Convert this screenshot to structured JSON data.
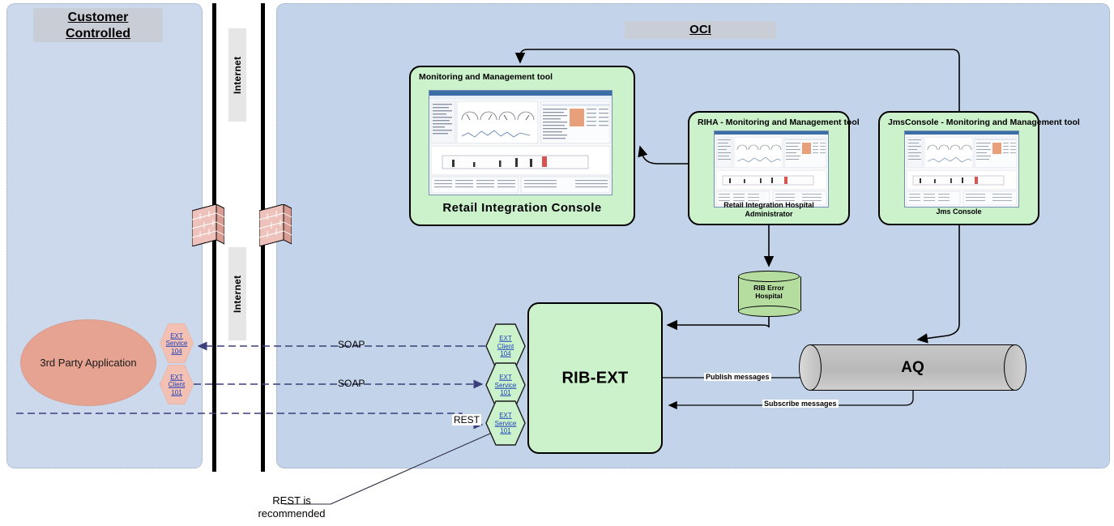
{
  "zones": {
    "customer": {
      "title": "Customer\nControlled",
      "title_line1": "Customer",
      "title_line2": "Controlled"
    },
    "oci": {
      "title": "OCI"
    },
    "internet_top": {
      "label": "Internet"
    },
    "internet_bottom": {
      "label": "Internet"
    }
  },
  "icons": {
    "firewall_left": "firewall-icon",
    "firewall_right": "firewall-icon"
  },
  "nodes": {
    "retail_integration_console": {
      "header": "Monitoring and Management tool",
      "caption": "Retail Integration Console"
    },
    "riha": {
      "header": "RIHA - Monitoring and Management tool",
      "caption_line1": "Retail Integration Hospital",
      "caption_line2": "Administrator"
    },
    "jms_console": {
      "header": "JmsConsole - Monitoring and Management tool",
      "caption": "Jms Console"
    },
    "rib_error_hospital": {
      "line1": "RIB Error",
      "line2": "Hospital"
    },
    "rib_ext": {
      "label": "RIB-EXT"
    },
    "aq": {
      "label": "AQ"
    },
    "third_party": {
      "label": "3rd Party Application"
    }
  },
  "hexagons": {
    "ext_client_104_green": {
      "line1": "EXT",
      "line2": "Client",
      "line3": "104"
    },
    "ext_service_101_green_a": {
      "line1": "EXT",
      "line2": "Service",
      "line3": "101"
    },
    "ext_service_101_green_b": {
      "line1": "EXT",
      "line2": "Service",
      "line3": "101"
    },
    "ext_service_104_pink": {
      "line1": "EXT",
      "line2": "Service",
      "line3": "104"
    },
    "ext_client_101_pink": {
      "line1": "EXT",
      "line2": "Client",
      "line3": "101"
    }
  },
  "edges": {
    "soap_top": "SOAP",
    "soap_middle": "SOAP",
    "rest": "REST",
    "publish": "Publish messages",
    "subscribe": "Subscribe messages"
  },
  "annotations": {
    "rest_note_line1": "REST is",
    "rest_note_line2": "recommended"
  },
  "colors": {
    "customer_zone": "#ccd9ec",
    "oci_zone": "#c3d4ea",
    "green_box": "#ccf2cc",
    "pink_hex": "#f3c0b4",
    "third_party": "#e6a391",
    "aq_cylinder": "#c0c0c0",
    "zone_title_bg": "#c9ced6",
    "link_text": "#1d3fb8",
    "dashed_edge": "#4a4f8c"
  }
}
